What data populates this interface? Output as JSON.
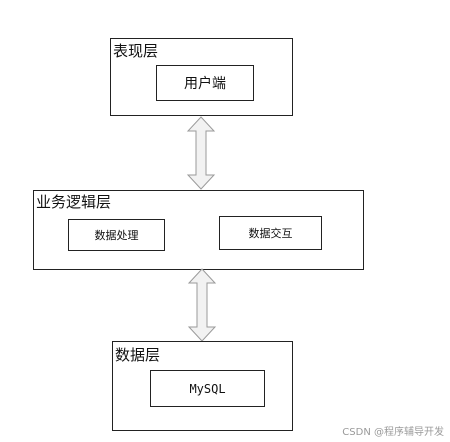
{
  "presentation_layer": {
    "title": "表现层",
    "box_label": "用户端"
  },
  "business_layer": {
    "title": "业务逻辑层",
    "box_left_label": "数据处理",
    "box_right_label": "数据交互"
  },
  "data_layer": {
    "title": "数据层",
    "box_label": "MySQL"
  },
  "watermark": "CSDN @程序辅导开发",
  "colors": {
    "border": "#222222",
    "arrow_fill": "#f2f2f2",
    "arrow_stroke": "#9a9a9a"
  }
}
